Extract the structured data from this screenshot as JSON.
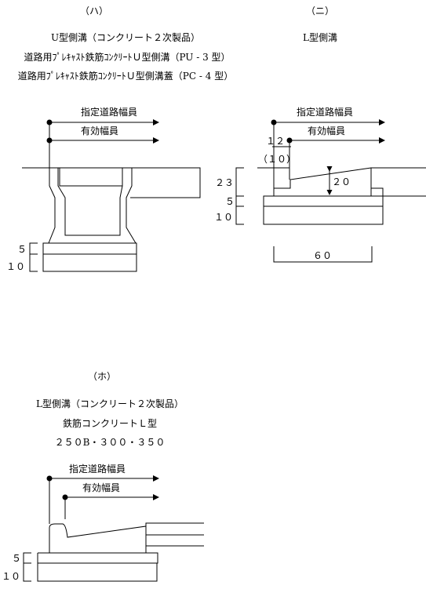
{
  "section_ha": {
    "label": "（ハ）",
    "title": "U型側溝（コンクリート２次製品）",
    "line2": "道路用ﾌﾟﾚｷｬｽﾄ鉄筋ｺﾝｸﾘｰﾄＵ型側溝（PU - 3 型）",
    "line3": "道路用ﾌﾟﾚｷｬｽﾄ鉄筋ｺﾝｸﾘｰﾄＵ型側溝蓋（PC - 4 型）",
    "arrow_road": "指定道路幅員",
    "arrow_effective": "有効幅員",
    "dim_5": "５",
    "dim_10": "１０"
  },
  "section_ni": {
    "label": "（ニ）",
    "title": "L型側溝",
    "arrow_road": "指定道路幅員",
    "arrow_effective": "有効幅員",
    "dim_12": "１２",
    "dim_10_paren": "（１０）",
    "dim_23": "２３",
    "dim_20": "２０",
    "dim_5": "５",
    "dim_10": "１０",
    "dim_60": "６０"
  },
  "section_ho": {
    "label": "（ホ）",
    "title": "L型側溝（コンクリート２次製品）",
    "line2": "鉄筋コンクリートＬ型",
    "line3": "２５０B・３００・３５０",
    "arrow_road": "指定道路幅員",
    "arrow_effective": "有効幅員",
    "dim_5": "５",
    "dim_10": "１０"
  }
}
